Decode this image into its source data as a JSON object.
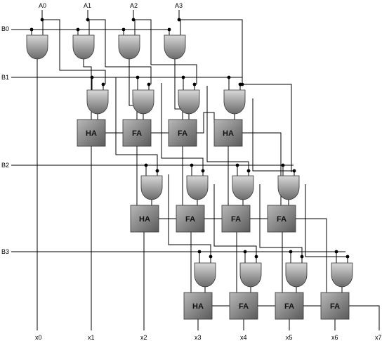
{
  "inputs_a": [
    "A0",
    "A1",
    "A2",
    "A3"
  ],
  "inputs_b": [
    "B0",
    "B1",
    "B2",
    "B3"
  ],
  "outputs": [
    "x0",
    "x1",
    "x2",
    "x3",
    "x4",
    "x5",
    "x6",
    "x7"
  ],
  "rows": [
    {
      "adders": []
    },
    {
      "adders": [
        "HA",
        "FA",
        "FA",
        "HA"
      ]
    },
    {
      "adders": [
        "HA",
        "FA",
        "FA",
        "FA"
      ]
    },
    {
      "adders": [
        "HA",
        "FA",
        "FA",
        "FA"
      ]
    }
  ],
  "colors": {
    "gate_light": "#dcdcdc",
    "gate_dark": "#6e6e6e",
    "wire": "#000000"
  }
}
